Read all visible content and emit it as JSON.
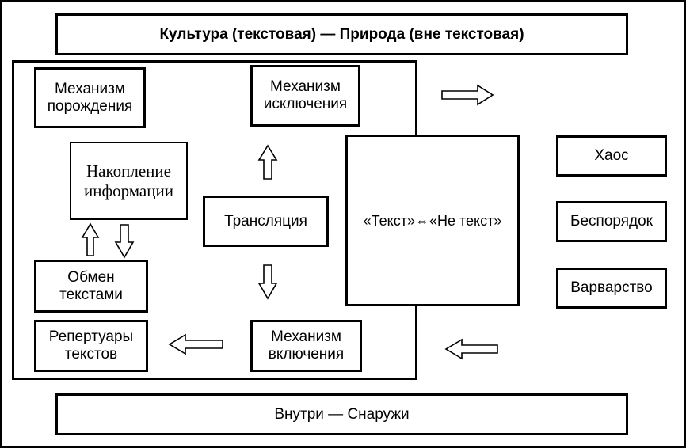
{
  "header": {
    "title": "Культура (текстовая) — Природа (вне текстовая)"
  },
  "footer": {
    "title": "Внутри — Снаружи"
  },
  "inner": {
    "mechanism_generation": "Механизм\nпорождения",
    "mechanism_exclusion": "Механизм\nисключения",
    "accumulation": "Накопление\nинформации",
    "translation": "Трансляция",
    "exchange": "Обмен\nтекстами",
    "repertoires": "Репертуары\nтекстов",
    "mechanism_inclusion": "Механизм\nвключения"
  },
  "center": {
    "text_nontext": "«Текст»⇔«Не текст»"
  },
  "outside": {
    "chaos": "Хаос",
    "disorder": "Беспорядок",
    "barbarism": "Варварство"
  }
}
